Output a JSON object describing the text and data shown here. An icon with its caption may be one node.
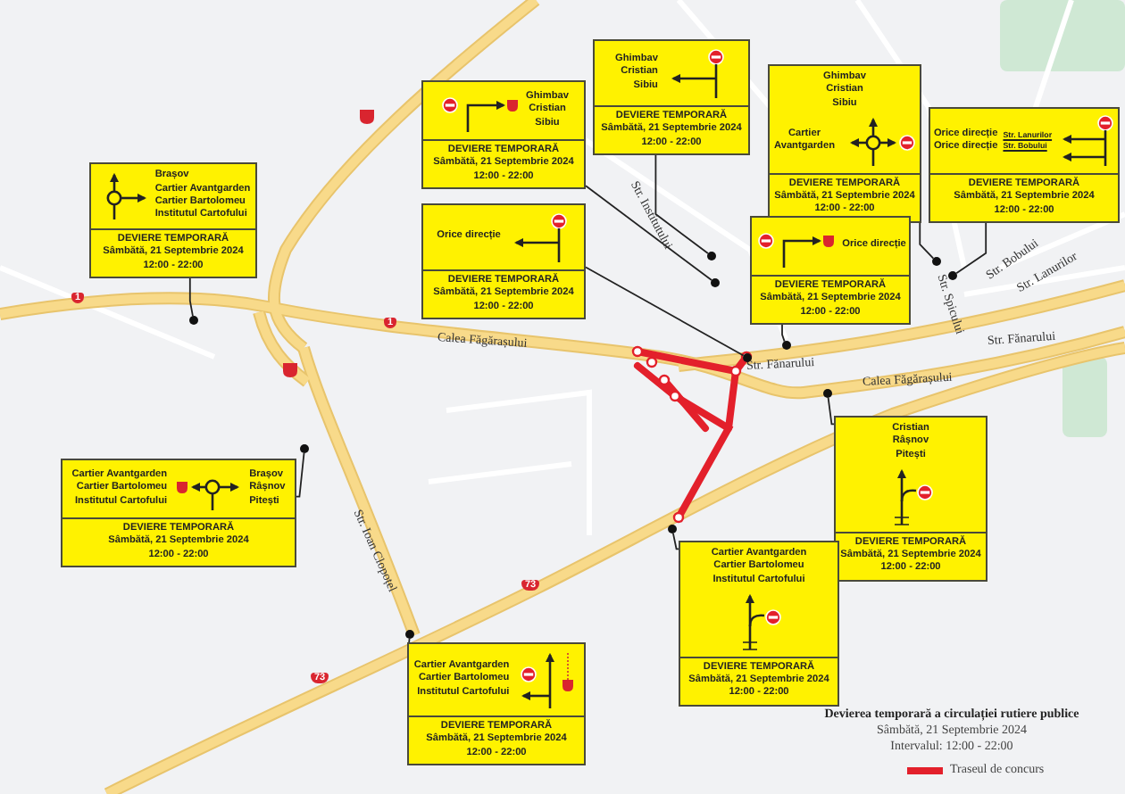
{
  "diagram": {
    "title": "Devierea temporară a circulației rutiere publice",
    "nodes": [
      {
        "text": [
          "Brașov",
          "Cartier Avantgarden",
          "Cartier Bartolomeu",
          "Institutul Cartofului",
          "DEVIERE TEMPORARĂ",
          "Sâmbătă, 21 Septembrie 2024",
          "12:00 - 22:00"
        ]
      },
      {
        "text": [
          "Ghimbav",
          "Cristian",
          "Sibiu",
          "DEVIERE TEMPORARĂ",
          "Sâmbătă, 21 Septembrie 2024",
          "12:00 - 22:00"
        ]
      },
      {
        "text": [
          "Orice direcție",
          "DEVIERE TEMPORARĂ",
          "Sâmbătă, 21 Septembrie 2024",
          "12:00 - 22:00"
        ]
      },
      {
        "text": [
          "Ghimbav",
          "Cristian",
          "Sibiu",
          "DEVIERE TEMPORARĂ",
          "Sâmbătă, 21 Septembrie 2024",
          "12:00 - 22:00"
        ]
      },
      {
        "text": [
          "Ghimbav",
          "Cristian",
          "Sibiu",
          "Cartier Avantgarden",
          "DEVIERE TEMPORARĂ",
          "Sâmbătă, 21 Septembrie 2024",
          "12:00 - 22:00"
        ]
      },
      {
        "text": [
          "Orice direcție",
          "Orice direcție",
          "Str. Lanurilor",
          "Str. Bobului",
          "DEVIERE TEMPORARĂ",
          "Sâmbătă, 21 Septembrie 2024",
          "12:00 - 22:00"
        ]
      },
      {
        "text": [
          "Orice direcție",
          "DEVIERE TEMPORARĂ",
          "Sâmbătă, 21 Septembrie 2024",
          "12:00 - 22:00"
        ]
      },
      {
        "text": [
          "Cartier Avantgarden",
          "Cartier Bartolomeu",
          "Institutul Cartofului",
          "Brașov",
          "Râșnov",
          "Pitești",
          "DEVIERE TEMPORARĂ",
          "Sâmbătă, 21 Septembrie 2024",
          "12:00 - 22:00"
        ]
      },
      {
        "text": [
          "Cristian",
          "Râșnov",
          "Pitești",
          "DEVIERE TEMPORARĂ",
          "Sâmbătă, 21 Septembrie 2024",
          "12:00 - 22:00"
        ]
      },
      {
        "text": [
          "Cartier Avantgarden",
          "Cartier Bartolomeu",
          "Institutul Cartofului",
          "DEVIERE TEMPORARĂ",
          "Sâmbătă, 21 Septembrie 2024",
          "12:00 - 22:00"
        ]
      },
      {
        "text": [
          "Cartier Avantgarden",
          "Cartier Bartolomeu",
          "Institutul Cartofului",
          "DEVIERE TEMPORARĂ",
          "Sâmbătă, 21 Septembrie 2024",
          "12:00 - 22:00"
        ]
      },
      {
        "text": [],
        "shape": "circle"
      },
      {
        "text": [],
        "shape": "circle"
      },
      {
        "text": [],
        "shape": "circle"
      },
      {
        "text": [],
        "shape": "circle"
      },
      {
        "text": [],
        "shape": "circle"
      },
      {
        "text": [],
        "shape": "circle"
      },
      {
        "text": [],
        "shape": "circle"
      },
      {
        "text": [],
        "shape": "circle"
      },
      {
        "text": [],
        "shape": "circle"
      },
      {
        "text": [],
        "shape": "circle"
      },
      {
        "text": [],
        "shape": "circle"
      }
    ],
    "edges": [
      {
        "from": 0,
        "to": 11,
        "arrow": "none"
      },
      {
        "from": 1,
        "to": 12,
        "arrow": "none"
      },
      {
        "from": 2,
        "to": 13,
        "arrow": "none"
      },
      {
        "from": 3,
        "to": 14,
        "arrow": "none"
      },
      {
        "from": 4,
        "to": 15,
        "arrow": "none"
      },
      {
        "from": 5,
        "to": 16,
        "arrow": "none"
      },
      {
        "from": 6,
        "to": 17,
        "arrow": "none"
      },
      {
        "from": 7,
        "to": 18,
        "arrow": "none"
      },
      {
        "from": 8,
        "to": 19,
        "arrow": "none"
      },
      {
        "from": 9,
        "to": 20,
        "arrow": "none"
      },
      {
        "from": 10,
        "to": 21,
        "arrow": "none"
      }
    ],
    "labels": [
      "Str. Institutului",
      "Str. Bobului",
      "Str. Lanurilor",
      "Str. Spicului",
      "Calea Făgărașului",
      "Str. Fănarului",
      "Str. Fănarului",
      "Calea Făgărașului",
      "1",
      "1",
      "Str. Ioan Clopoțel",
      "73",
      "73",
      "Sâmbătă, 21 Septembrie 2024",
      "Intervalul: 12:00 - 22:00"
    ],
    "legend": [
      {
        "text": "Traseul de concurs",
        "color": "#e3202b"
      }
    ]
  }
}
